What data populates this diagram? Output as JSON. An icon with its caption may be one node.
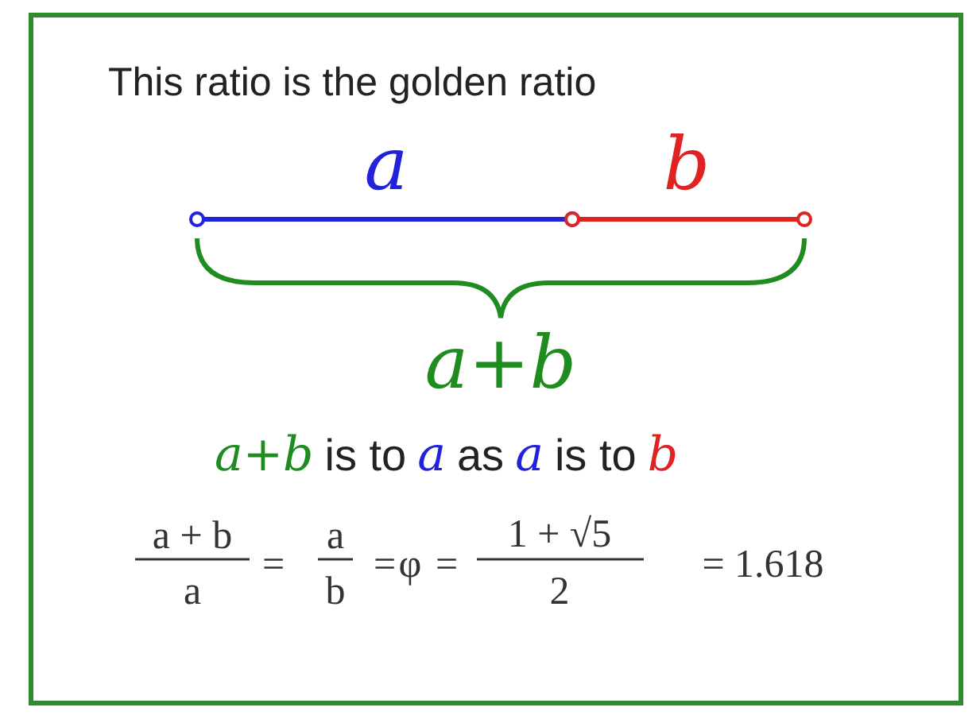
{
  "diagram": {
    "title": "This ratio is the golden ratio",
    "labels": [
      "a",
      "b",
      "a+b",
      "a+b",
      "is to",
      "a",
      "as",
      "a",
      "is to",
      "b",
      "a + b",
      "a",
      "=",
      "a",
      "b",
      "=",
      "φ",
      "=",
      "1 + √5",
      "2",
      "= 1.618"
    ]
  }
}
